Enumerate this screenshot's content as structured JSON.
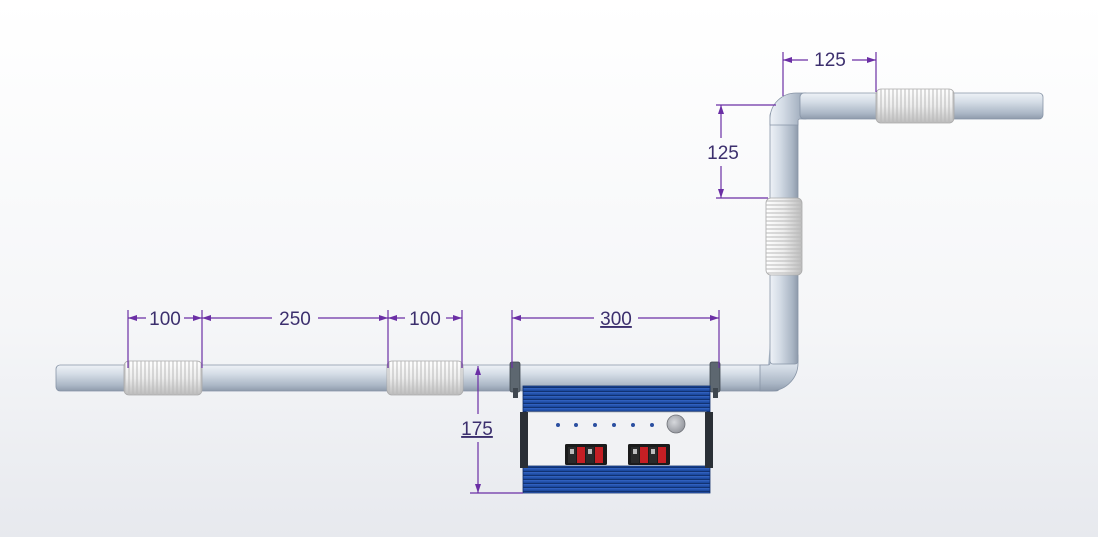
{
  "dimensions": {
    "sleeve_left_1": "100",
    "gap_middle": "250",
    "sleeve_left_2": "100",
    "box_span": "300",
    "box_height": "175",
    "vertical_run": "125",
    "top_offset": "125"
  },
  "colors": {
    "dimension": "#6b2fa5",
    "dimension_text": "#3c2f6e",
    "pipe": "#c7d0dd",
    "sleeve": "#eeeeee",
    "box_blue": "#1f4ea8",
    "connector_red": "#c51f24"
  }
}
